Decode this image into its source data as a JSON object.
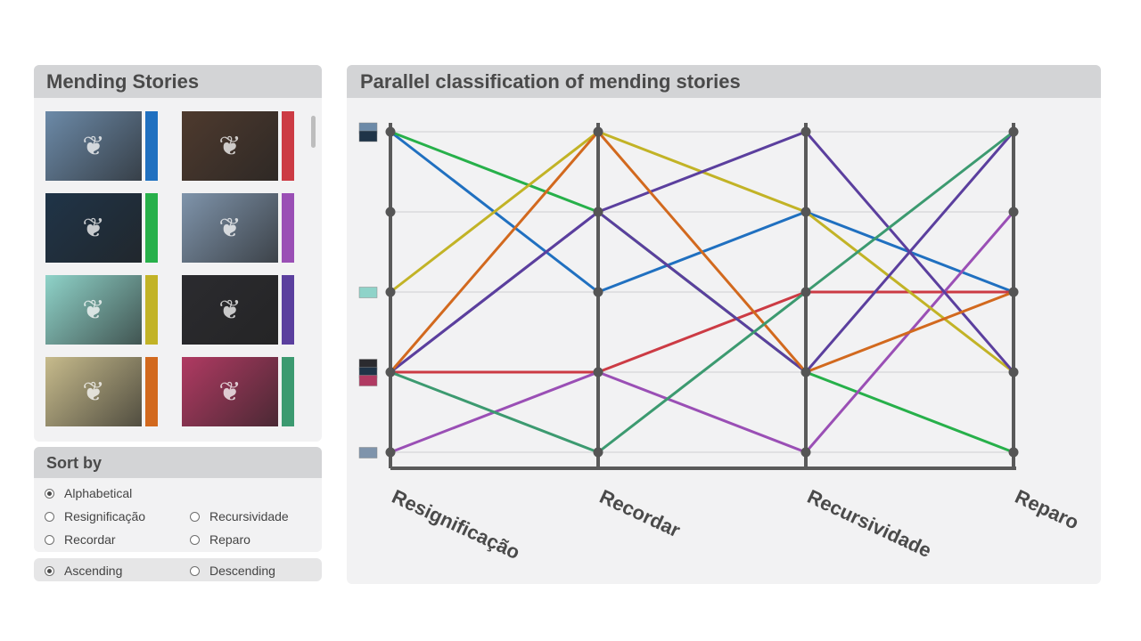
{
  "stories_panel": {
    "title": "Mending Stories",
    "items": [
      {
        "thumb_color": "#6c8aa8",
        "accent": "#2070c0",
        "icon": "jacket-icon",
        "glyph": "❦"
      },
      {
        "thumb_color": "#4e3a2e",
        "accent": "#cc3b44",
        "icon": "shoe-icon",
        "glyph": "❦"
      },
      {
        "thumb_color": "#1f3448",
        "accent": "#27b04a",
        "icon": "jacket-icon",
        "glyph": "❦"
      },
      {
        "thumb_color": "#7f94ab",
        "accent": "#9a4fb5",
        "icon": "denim-icon",
        "glyph": "❦"
      },
      {
        "thumb_color": "#8fd3c9",
        "accent": "#c2b326",
        "icon": "dress-icon",
        "glyph": "❦"
      },
      {
        "thumb_color": "#2b2b2f",
        "accent": "#5b3f9e",
        "icon": "leather-jacket-icon",
        "glyph": "❦"
      },
      {
        "thumb_color": "#c7bb8c",
        "accent": "#d2691e",
        "icon": "fabric-icon",
        "glyph": "❦"
      },
      {
        "thumb_color": "#b03a62",
        "accent": "#3c9a70",
        "icon": "sweaters-icon",
        "glyph": "❦"
      }
    ]
  },
  "sort_panel": {
    "title": "Sort by",
    "options": [
      {
        "label": "Alphabetical",
        "selected": true
      },
      {
        "label": "Resignificação",
        "selected": false
      },
      {
        "label": "Recursividade",
        "selected": false
      },
      {
        "label": "Recordar",
        "selected": false
      },
      {
        "label": "Reparo",
        "selected": false
      }
    ],
    "order": [
      {
        "label": "Ascending",
        "selected": true
      },
      {
        "label": "Descending",
        "selected": false
      }
    ]
  },
  "chart_panel": {
    "title": "Parallel classification of mending stories"
  },
  "chart_data": {
    "type": "parallel-coordinates",
    "title": "Parallel classification of mending stories",
    "axes": [
      "Resignificação",
      "Recordar",
      "Recursividade",
      "Reparo"
    ],
    "levels": [
      0,
      1,
      2,
      3,
      4
    ],
    "series": [
      {
        "name": "story-blue",
        "color": "#2070c0",
        "values": [
          4,
          2,
          3,
          2
        ]
      },
      {
        "name": "story-red",
        "color": "#cc3b44",
        "values": [
          1,
          1,
          2,
          2
        ]
      },
      {
        "name": "story-green",
        "color": "#27b04a",
        "values": [
          4,
          3,
          1,
          0
        ]
      },
      {
        "name": "story-purple",
        "color": "#9a4fb5",
        "values": [
          0,
          1,
          0,
          3
        ]
      },
      {
        "name": "story-yellow",
        "color": "#c2b326",
        "values": [
          2,
          4,
          3,
          1
        ]
      },
      {
        "name": "story-indigo-a",
        "color": "#5b3f9e",
        "values": [
          1,
          3,
          4,
          1
        ]
      },
      {
        "name": "story-indigo-b",
        "color": "#5b3f9e",
        "values": [
          1,
          3,
          1,
          4
        ]
      },
      {
        "name": "story-orange",
        "color": "#d2691e",
        "values": [
          1,
          4,
          1,
          2
        ]
      },
      {
        "name": "story-teal",
        "color": "#3c9a70",
        "values": [
          1,
          0,
          2,
          4
        ]
      }
    ],
    "axis_markers": [
      {
        "level": 4,
        "count": 2,
        "colors": [
          "#6c8aa8",
          "#1f3448"
        ]
      },
      {
        "level": 2,
        "count": 1,
        "colors": [
          "#8fd3c9"
        ]
      },
      {
        "level": 1,
        "count": 3,
        "colors": [
          "#2b2b2f",
          "#1f3448",
          "#b03a62"
        ]
      },
      {
        "level": 0,
        "count": 1,
        "colors": [
          "#7f94ab"
        ]
      }
    ],
    "grid": true
  }
}
